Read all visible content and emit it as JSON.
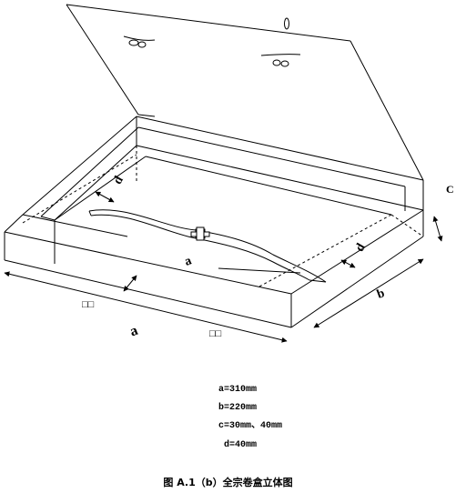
{
  "diagram": {
    "labels": {
      "a_main": "a",
      "a_box": "a",
      "b": "b",
      "c": "C",
      "d_left": "d",
      "d_right": "d",
      "garbled_left": "□□",
      "garbled_right": "□□"
    },
    "specs": [
      "a=310mm",
      "b=220mm",
      "c=30mm、40mm",
      "d=40mm"
    ],
    "caption": "图 A.1（b）全宗卷盒立体图"
  }
}
